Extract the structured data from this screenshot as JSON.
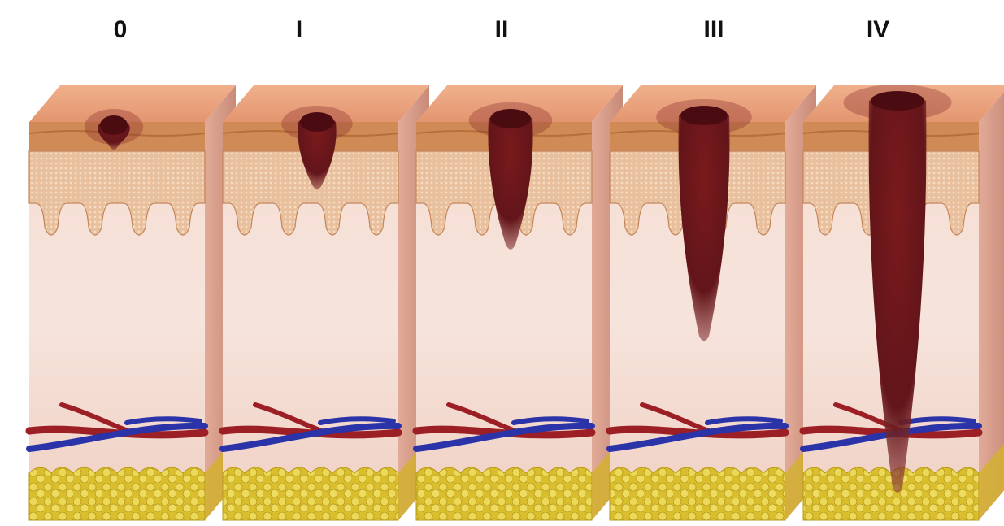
{
  "stages": [
    {
      "label": "0",
      "tumor_depth_fraction": 0.07
    },
    {
      "label": "I",
      "tumor_depth_fraction": 0.17
    },
    {
      "label": "II",
      "tumor_depth_fraction": 0.32
    },
    {
      "label": "III",
      "tumor_depth_fraction": 0.55
    },
    {
      "label": "IV",
      "tumor_depth_fraction": 0.93
    }
  ],
  "colors": {
    "skin_top": "#e9a07a",
    "epidermis": "#cf8a55",
    "dermis_upper": "#e8b892",
    "dermis_lower": "#f3d6c8",
    "deep_dermis": "#f7e6de",
    "side_face": "#d99c8a",
    "fat": "#e2cc3c",
    "fat_dark": "#b89a1a",
    "artery": "#9c1f25",
    "vein": "#2a33a8",
    "tumor": "#6e1418",
    "tumor_light": "#8a2a2a"
  }
}
